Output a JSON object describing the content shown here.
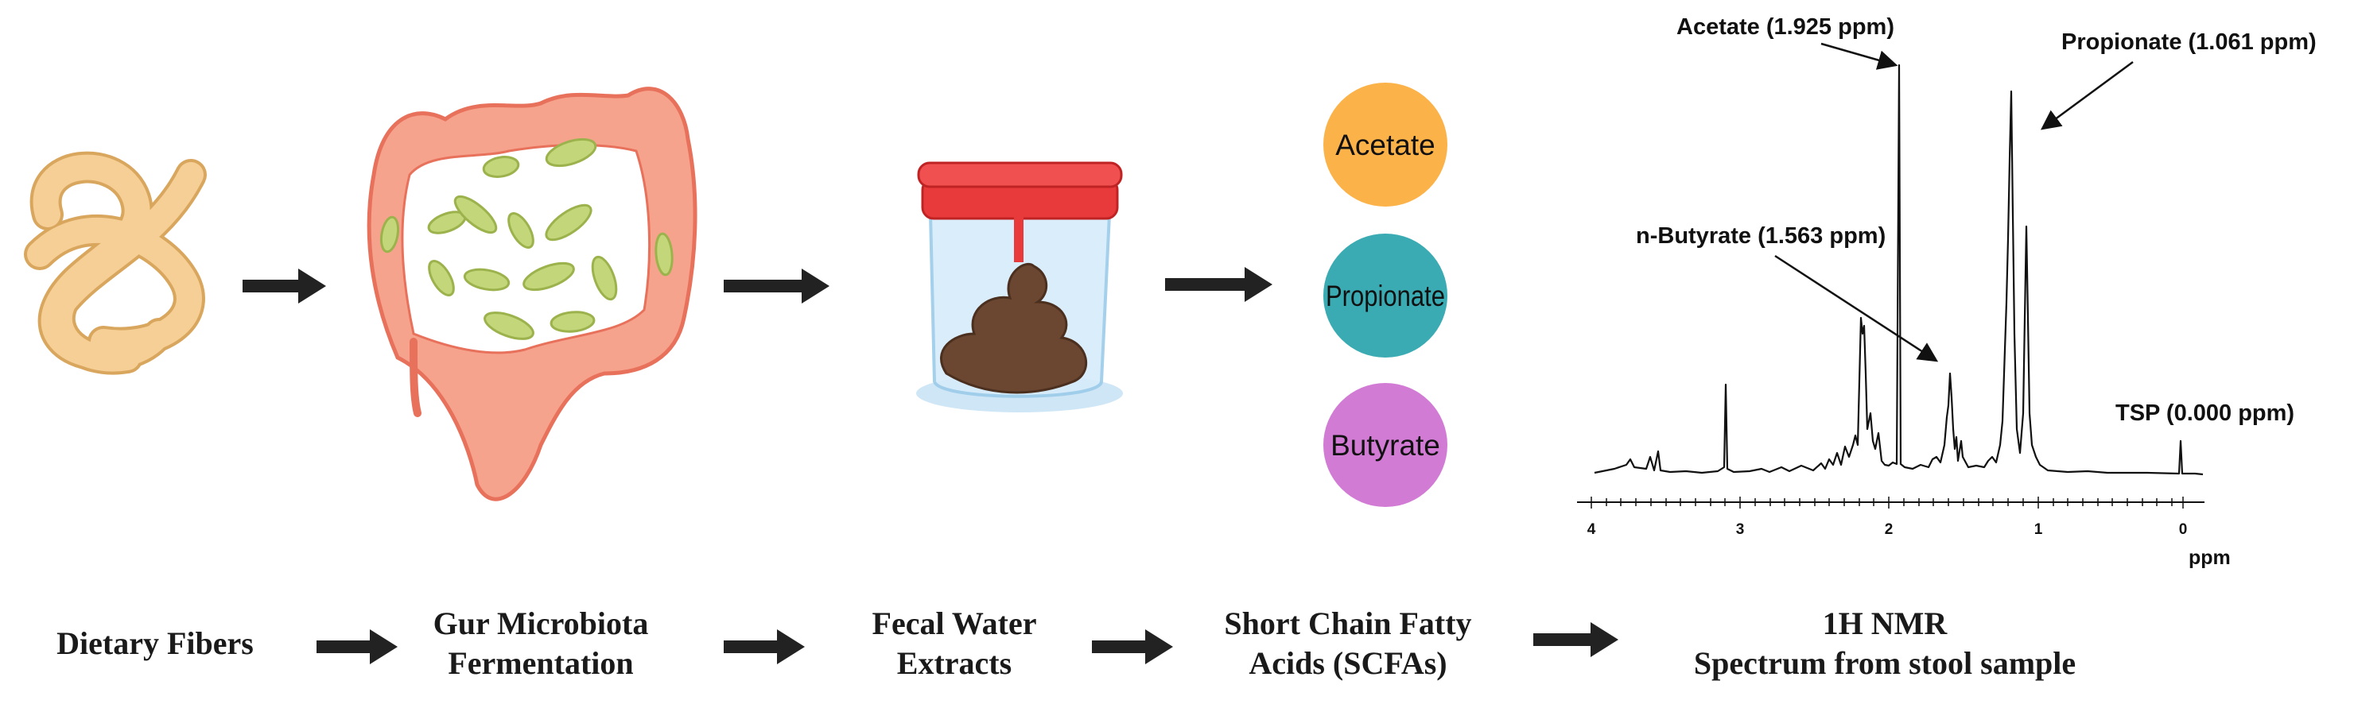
{
  "stages": [
    {
      "line1": "Dietary Fibers",
      "line2": ""
    },
    {
      "line1": "Gur Microbiota",
      "line2": "Fermentation"
    },
    {
      "line1": "Fecal Water",
      "line2": "Extracts"
    },
    {
      "line1": "Short Chain Fatty",
      "line2": "Acids (SCFAs)"
    },
    {
      "line1": "1H NMR",
      "line2": "Spectrum from stool sample"
    }
  ],
  "scfa_circles": [
    {
      "label": "Acetate",
      "color": "#fbb249"
    },
    {
      "label": "Propionate",
      "color": "#3aabb3"
    },
    {
      "label": "Butyrate",
      "color": "#d27bd4"
    }
  ],
  "nmr": {
    "peaks": [
      {
        "label": "Acetate (1.925 ppm)"
      },
      {
        "label": "Propionate (1.061 ppm)"
      },
      {
        "label": "n-Butyrate (1.563 ppm)"
      },
      {
        "label": "TSP (0.000 ppm)"
      }
    ],
    "x_ticks": [
      "4",
      "3",
      "2",
      "1",
      "0"
    ],
    "x_unit": "ppm"
  },
  "colors": {
    "arrow": "#222222",
    "colon": "#f6a38d",
    "colon_outline": "#e8715c",
    "bacteria": "#c3d67a",
    "noodle": "#f6cf96",
    "cap": "#e83a3a",
    "stool": "#6b4630"
  }
}
